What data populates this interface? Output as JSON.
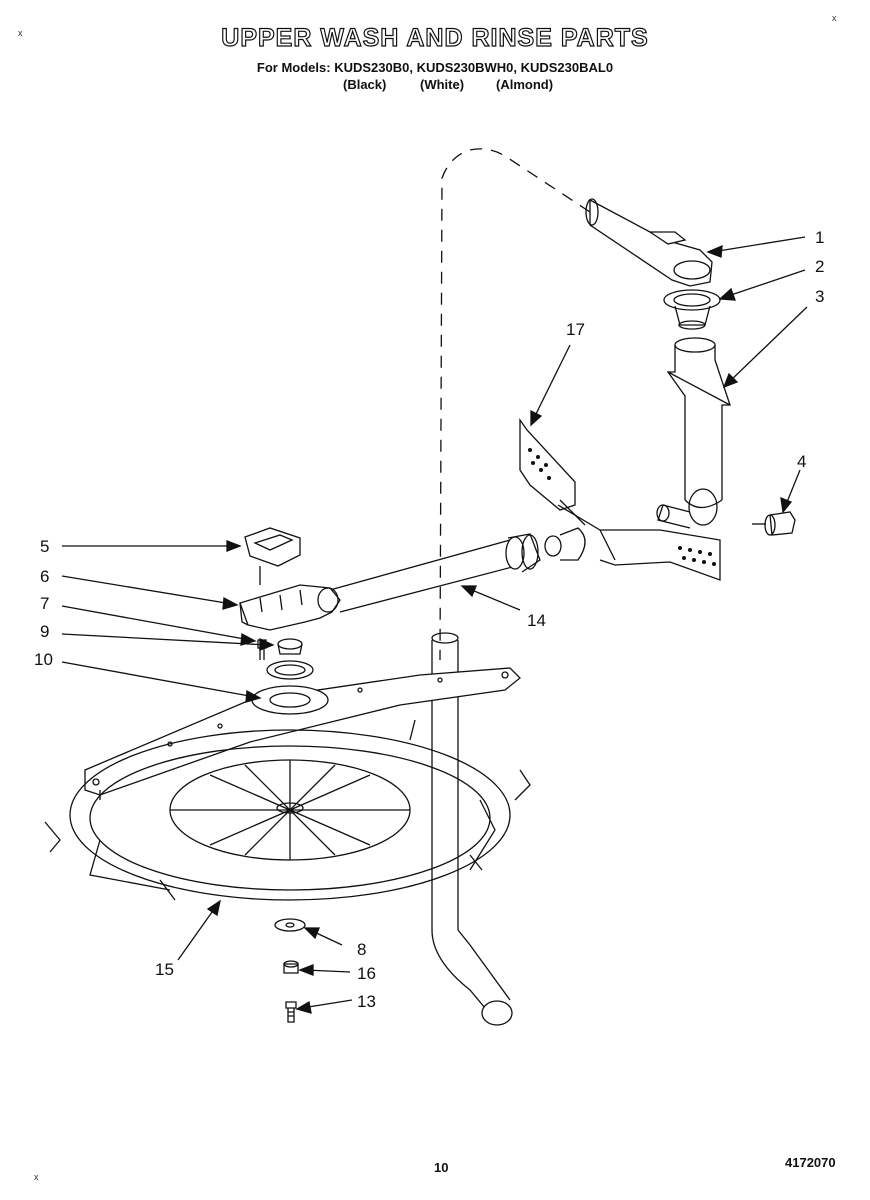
{
  "header": {
    "title": "UPPER WASH AND RINSE PARTS",
    "models_line": "For Models: KUDS230B0, KUDS230BWH0, KUDS230BAL0",
    "color_black": "(Black)",
    "color_white": "(White)",
    "color_almond": "(Almond)"
  },
  "callouts": {
    "c1": "1",
    "c2": "2",
    "c3": "3",
    "c4": "4",
    "c5": "5",
    "c6": "6",
    "c7": "7",
    "c8": "8",
    "c9": "9",
    "c10": "10",
    "c13": "13",
    "c14": "14",
    "c15": "15",
    "c16": "16",
    "c17": "17"
  },
  "footer": {
    "page_number": "10",
    "doc_number": "4172070"
  },
  "marks": {
    "x": "x"
  }
}
